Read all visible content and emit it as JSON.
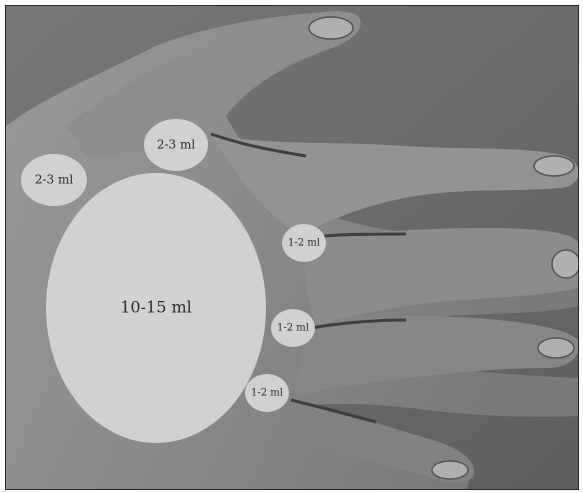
{
  "zones": [
    {
      "label": "10-15 ml",
      "region": "palm"
    },
    {
      "label": "2-3 ml",
      "region": "thenar"
    },
    {
      "label": "2-3 ml",
      "region": "thumb-web"
    },
    {
      "label": "1-2 ml",
      "region": "index-finger-base"
    },
    {
      "label": "1-2 ml",
      "region": "middle-finger-base"
    },
    {
      "label": "1-2 ml",
      "region": "ring-finger-base"
    }
  ],
  "colors": {
    "background": "#6d6d6d",
    "skin": "#8d8d8d",
    "zone_fill": "#d3d3d3",
    "label_text": "#2c2c2c"
  }
}
